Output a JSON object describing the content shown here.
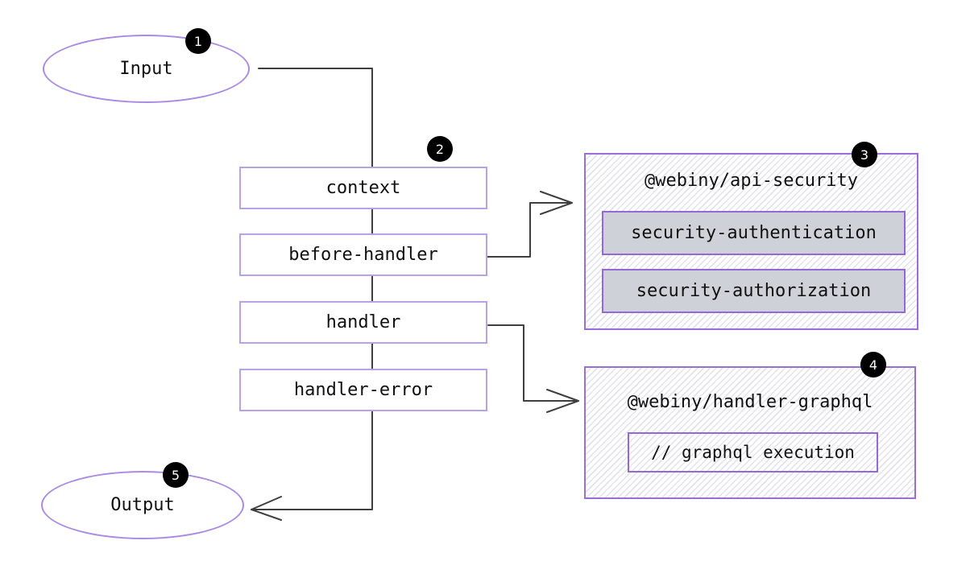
{
  "nodes": {
    "input": {
      "label": "Input",
      "badge": "1"
    },
    "pipeline": {
      "badge": "2",
      "steps": [
        {
          "label": "context"
        },
        {
          "label": "before-handler"
        },
        {
          "label": "handler"
        },
        {
          "label": "handler-error"
        }
      ]
    },
    "api_security": {
      "badge": "3",
      "title": "@webiny/api-security",
      "plugins": [
        {
          "label": "security-authentication"
        },
        {
          "label": "security-authorization"
        }
      ]
    },
    "handler_graphql": {
      "badge": "4",
      "title": "@webiny/handler-graphql",
      "code_comment": "// graphql execution"
    },
    "output": {
      "label": "Output",
      "badge": "5"
    }
  },
  "colors": {
    "node_border": "#ab8ae4",
    "step_border": "#b9a0ea",
    "group_border": "#9a6dd7",
    "plugin_fill": "#ced1d7",
    "connector": "#3f3f3f",
    "badge_bg": "#000000",
    "badge_text": "#ffffff"
  }
}
